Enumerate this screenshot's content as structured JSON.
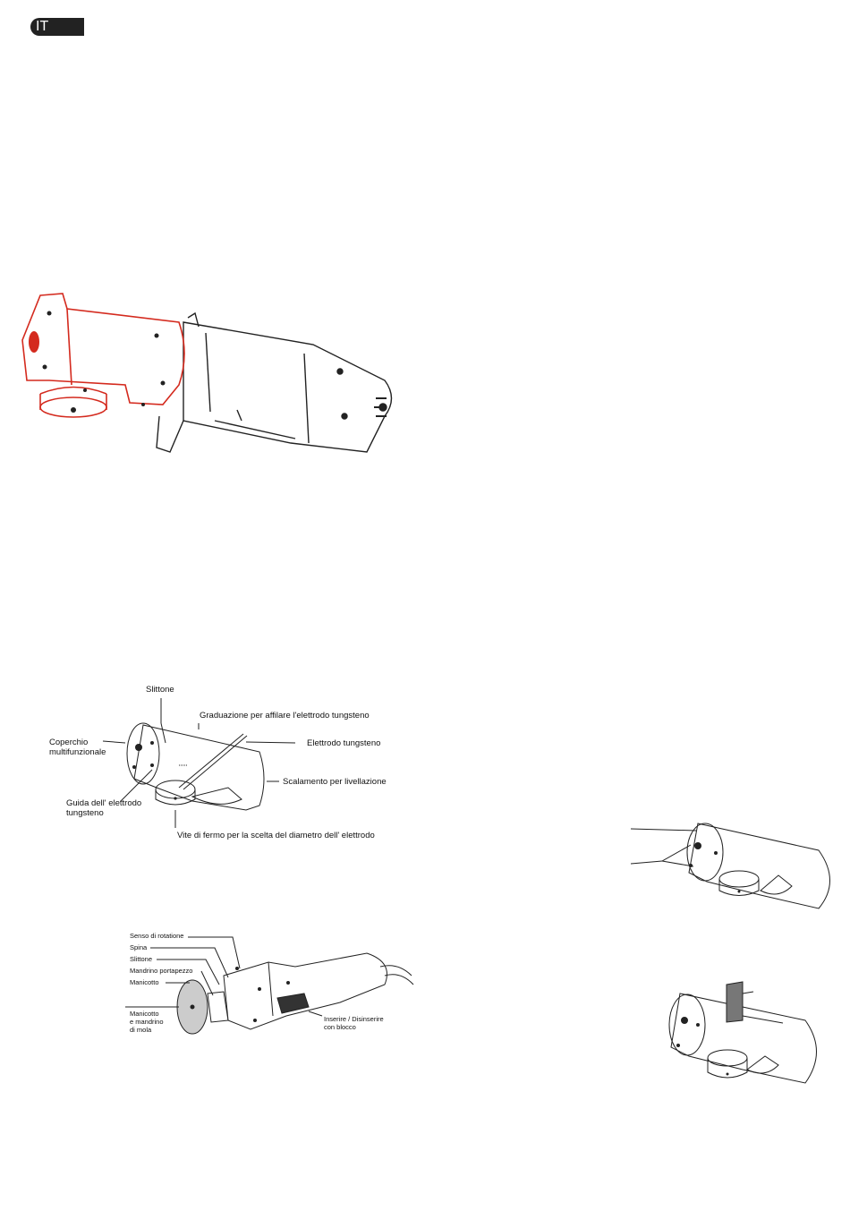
{
  "header": {
    "language_code": "IT"
  },
  "figure_parts": {
    "slittone": "Slittone",
    "graduazione": "Graduazione per affilare l'elettrodo tungsteno",
    "coperchio": "Coperchio\nmultifunzionale",
    "elettrodo": "Elettrodo tungsteno",
    "scalamento": "Scalamento per livellazione",
    "guida": "Guida dell' elettrodo\ntungsteno",
    "vite": "Vite di fermo per la scelta del diametro dell' elettrodo"
  },
  "figure_grinder": {
    "senso": "Senso di rotatione",
    "spina": "Spina",
    "slittone": "Slittone",
    "mandrino": "Mandrino portapezzo",
    "manicotto": "Manicotto",
    "manicotto_mola": "Manicotto\ne mandrino\ndi mola",
    "inserire": "Inserire / Disinserire\ncon blocco"
  },
  "colors": {
    "accent_red": "#d42a1e",
    "line": "#222222",
    "badge_bg": "#222222"
  }
}
